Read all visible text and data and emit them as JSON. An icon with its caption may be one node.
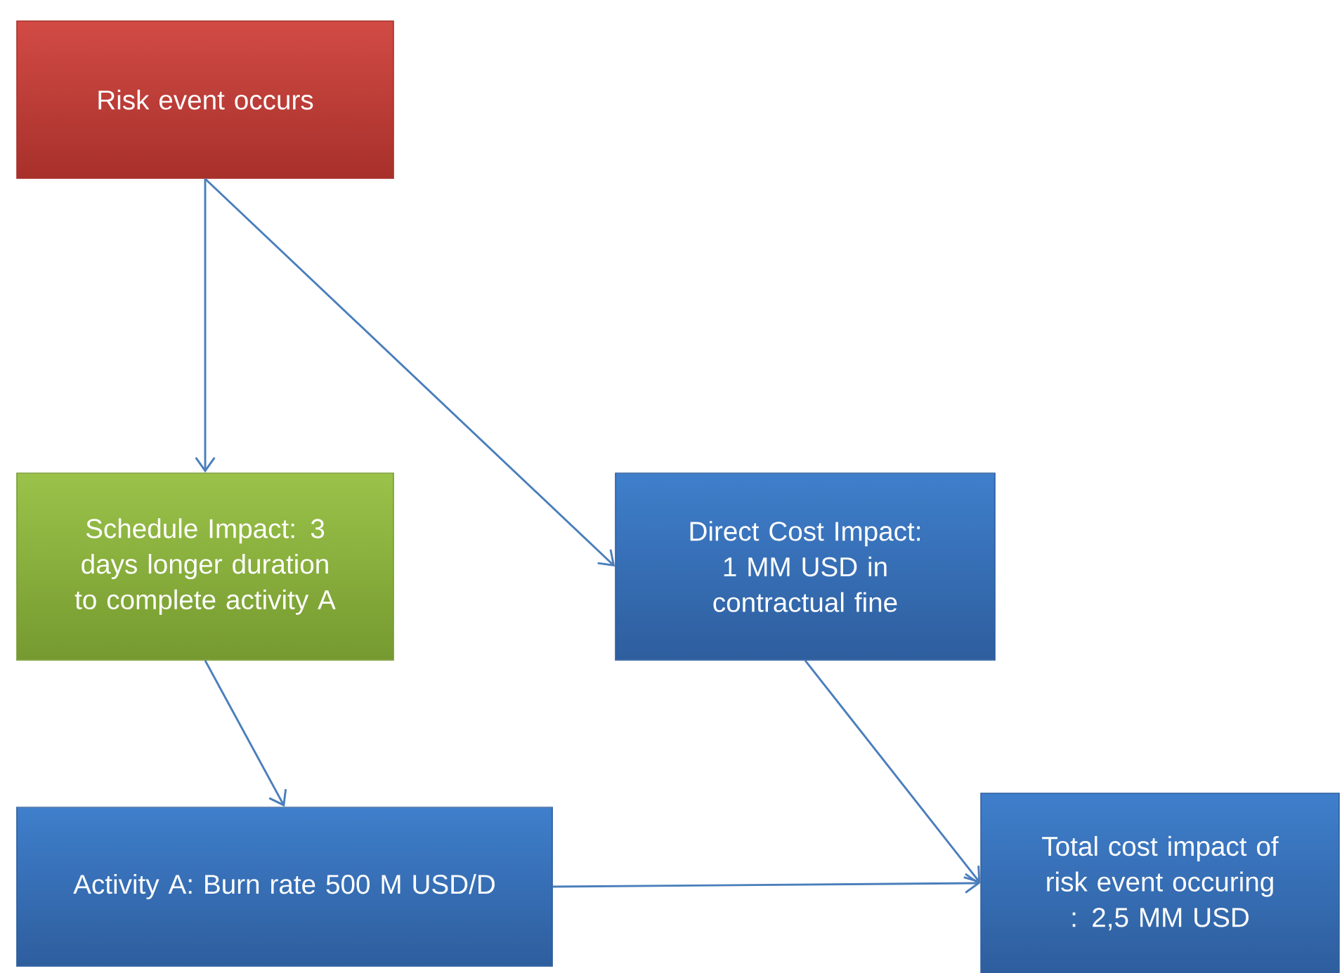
{
  "diagram": {
    "nodes": [
      {
        "text": [
          "Risk event occurs"
        ]
      },
      {
        "text": [
          "Schedule Impact: 3 days longer duration to complete activity A"
        ]
      },
      {
        "text": [
          "Direct Cost Impact: 1 MM USD in contractual fine"
        ]
      },
      {
        "text": [
          "Activity A: Burn rate 500 M USD/D"
        ]
      },
      {
        "text": [
          "Total cost impact of risk event occuring : 2,5 MM USD"
        ]
      }
    ],
    "edges": [
      {
        "from": 0,
        "to": 1,
        "arrow": "to"
      },
      {
        "from": 0,
        "to": 2,
        "arrow": "to"
      },
      {
        "from": 1,
        "to": 3,
        "arrow": "to"
      },
      {
        "from": 2,
        "to": 4,
        "arrow": "to"
      },
      {
        "from": 3,
        "to": 4,
        "arrow": "to"
      }
    ]
  }
}
